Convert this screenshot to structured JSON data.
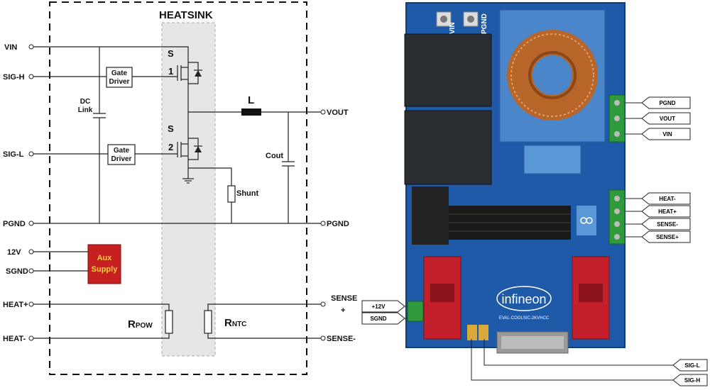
{
  "schematic": {
    "heatsink_label": "HEATSINK",
    "pins_left": {
      "vin": "VIN",
      "sig_h": "SIG-H",
      "sig_l": "SIG-L",
      "pgnd": "PGND",
      "v12": "12V",
      "sgnd": "SGND",
      "heat_plus": "HEAT+",
      "heat_minus": "HEAT-"
    },
    "pins_right": {
      "vout": "VOUT",
      "pgnd": "PGND",
      "sense_plus_1": "SENSE",
      "sense_plus_2": "+",
      "sense_minus": "SENSE-"
    },
    "switch_top": {
      "s": "S",
      "n": "1"
    },
    "switch_bottom": {
      "s": "S",
      "n": "2"
    },
    "gate_driver_top": [
      "Gate",
      "Driver"
    ],
    "gate_driver_bottom": [
      "Gate",
      "Driver"
    ],
    "dc_link": [
      "DC",
      "Link"
    ],
    "inductor": "L",
    "cout": "Cout",
    "shunt": "Shunt",
    "aux_supply": [
      "Aux",
      "Supply"
    ],
    "r_pow": {
      "main": "R",
      "sub": "POW"
    },
    "r_ntc": {
      "main": "R",
      "sub": "NTC"
    },
    "colors": {
      "aux_fill": "#c62020",
      "aux_text": "#ffd23a",
      "heatsink_fill": "#e6e6e6"
    }
  },
  "board": {
    "top_header": {
      "vin": "VIN",
      "pgnd": "PGND"
    },
    "callouts_right": [
      "PGND",
      "VOUT",
      "VIN",
      "HEAT-",
      "HEAT+",
      "SENSE-",
      "SENSE+"
    ],
    "callouts_left": [
      "+12V",
      "SGND"
    ],
    "callouts_bottom": [
      "SIG-L",
      "SIG-H"
    ],
    "logo": "infineon",
    "board_name": "EVAL-COOLSIC-2KVHCC",
    "colors": {
      "pcb": "#1f5aa8",
      "terminal": "#2e9a3c",
      "daughter": "#c4202b",
      "copper": "#b8652a",
      "heatsink": "#1a1a1a"
    }
  }
}
